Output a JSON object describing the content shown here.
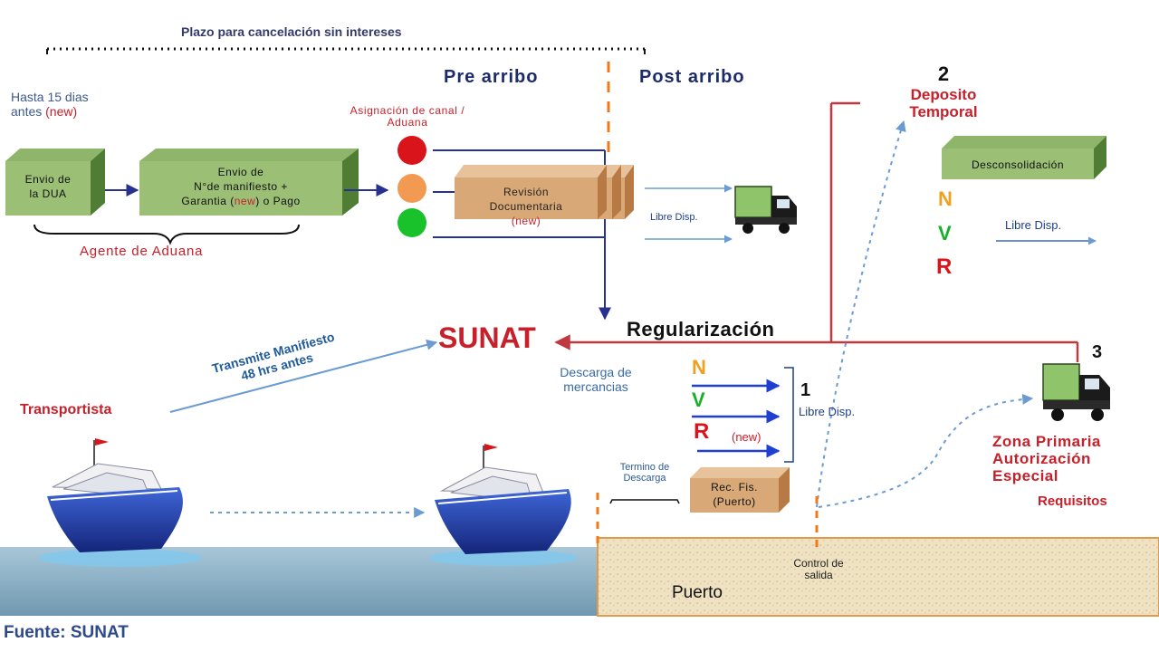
{
  "timeline": {
    "label": "Plazo para cancelación sin intereses"
  },
  "phases": {
    "pre": "Pre arribo",
    "post": "Post arribo"
  },
  "hasta": {
    "line1": "Hasta 15 dias",
    "line2": "antes",
    "new": "(new)"
  },
  "dua_box": {
    "line1": "Envio de",
    "line2": "la DUA"
  },
  "manifest_box": {
    "line1": "Envio de",
    "line2": "N°de manifiesto +",
    "line3a": "Garantia (",
    "line3_new": "new",
    "line3b": ") o Pago"
  },
  "agente": "Agente de Aduana",
  "canal": {
    "line1": "Asignación de canal /",
    "line2": "Aduana"
  },
  "traffic_colors": {
    "red": "#d9141b",
    "orange": "#f39a52",
    "green": "#19c12a"
  },
  "revision": {
    "line1": "Revisión",
    "line2": "Documentaria",
    "new": "(new)"
  },
  "libre_disp_pre": "Libre Disp.",
  "deposito": {
    "number": "2",
    "line1": "Deposito",
    "line2": "Temporal",
    "box": "Desconsolidación"
  },
  "nvr_top": {
    "n": "N",
    "v": "V",
    "r": "R"
  },
  "libre_disp_dep": "Libre Disp.",
  "sunat": "SUNAT",
  "regularizacion": "Regularización",
  "transmite": {
    "line1": "Transmite Manifiesto",
    "line2": "48 hrs antes"
  },
  "transportista": "Transportista",
  "descarga": {
    "line1": "Descarga de",
    "line2": "mercancias"
  },
  "nvr_mid": {
    "n": "N",
    "v": "V",
    "r": "R",
    "new": "(new)"
  },
  "libre_disp_1": {
    "number": "1",
    "label": "Libre Disp."
  },
  "zona": {
    "number": "3",
    "line1": "Zona Primaria",
    "line2": "Autorización",
    "line3": "Especial",
    "requisitos": "Requisitos"
  },
  "termino": {
    "line1": "Termino de",
    "line2": "Descarga"
  },
  "recfis": {
    "line1": "Rec. Fis.",
    "line2": "(Puerto)"
  },
  "control": {
    "line1": "Control de",
    "line2": "salida"
  },
  "puerto": "Puerto",
  "fuente": "Fuente: SUNAT"
}
